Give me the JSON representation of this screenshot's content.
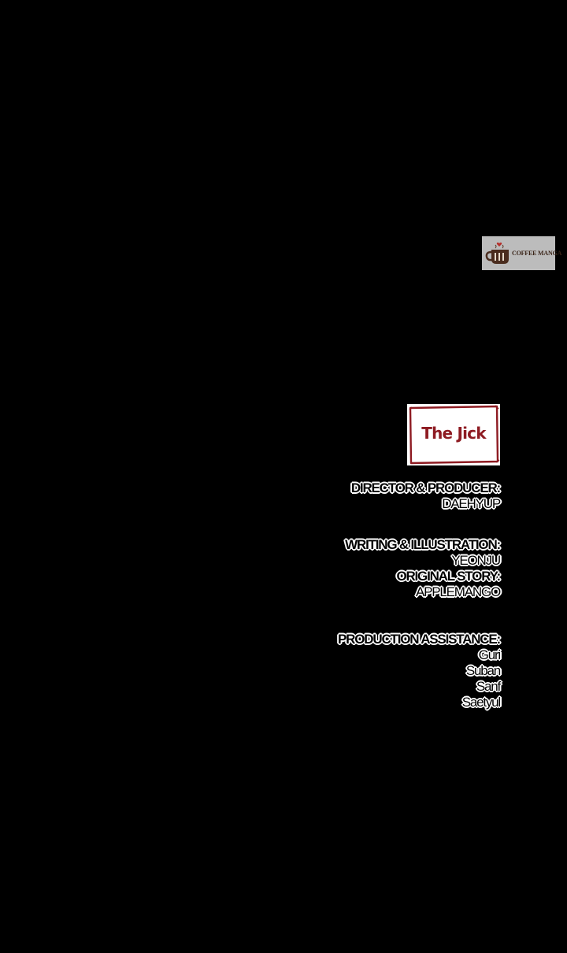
{
  "watermark": {
    "text": "COFFEE MANGA",
    "icon": "coffee-cup-icon",
    "background": "#bcbcbc"
  },
  "title_card": {
    "title": "The Jick",
    "accent_color": "#8e1b22"
  },
  "credits": {
    "director_label": "DIRECTOR & PRODUCER:",
    "director_name": "DAEHYUP",
    "writing_label": "WRITING & ILLUSTRATION:",
    "writing_name": "YEONJU",
    "story_label": "ORIGINAL STORY:",
    "story_name": "APPLEMANGO",
    "assistance_label": "PRODUCTION ASSISTANCE:",
    "assistants": [
      "Guri",
      "Suban",
      "Sanf",
      "Saetyul"
    ]
  }
}
